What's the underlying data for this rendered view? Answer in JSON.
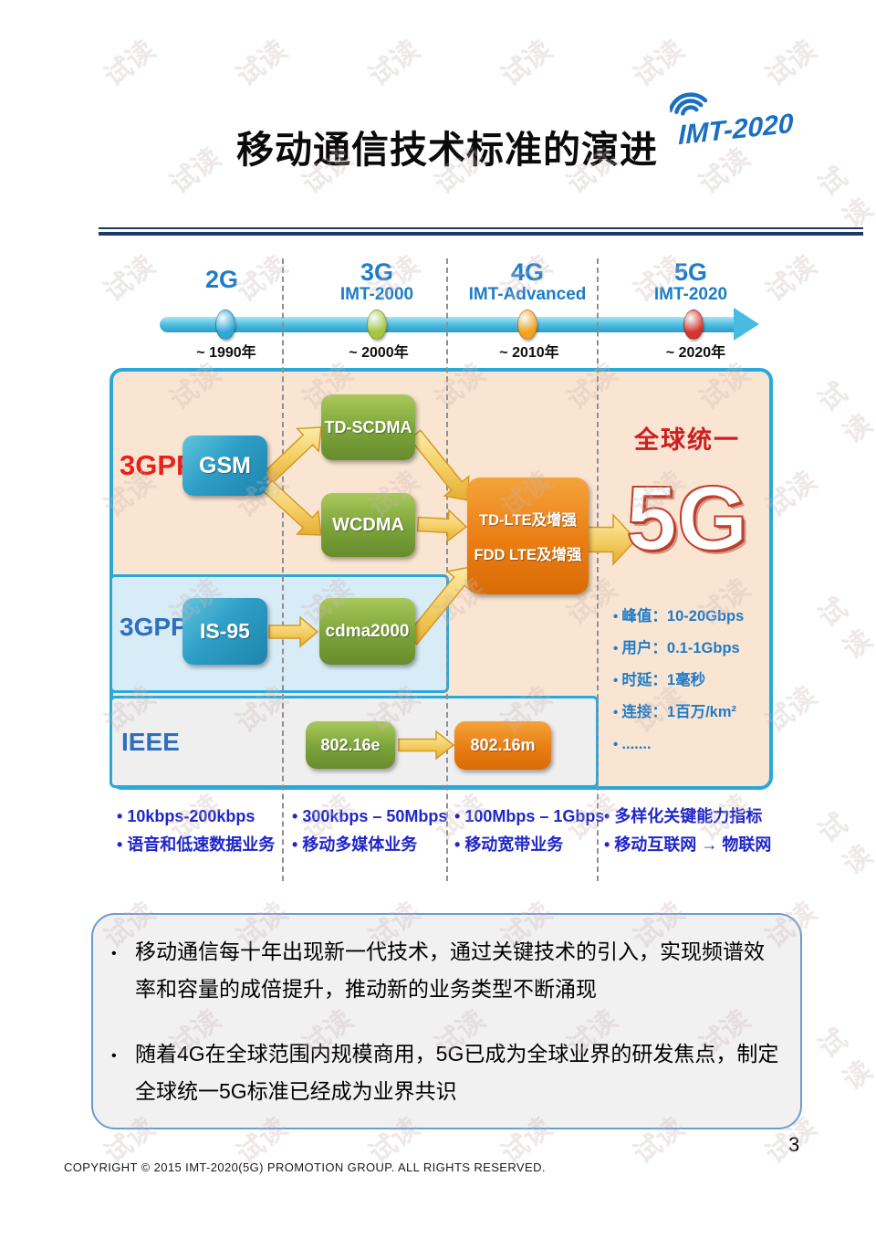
{
  "watermark": {
    "text": "试读"
  },
  "header": {
    "title": "移动通信技术标准的演进",
    "logo_text": "IMT-2020"
  },
  "timeline": {
    "columns": [
      {
        "gen": "2G",
        "standard": "",
        "year": "~ 1990年",
        "marker_color": "#2fa8d8"
      },
      {
        "gen": "3G",
        "standard": "IMT-2000",
        "year": "~ 2000年",
        "marker_color": "#a6c63c"
      },
      {
        "gen": "4G",
        "standard": "IMT-Advanced",
        "year": "~ 2010年",
        "marker_color": "#f5a11c"
      },
      {
        "gen": "5G",
        "standard": "IMT-2020",
        "year": "~ 2020年",
        "marker_color": "#d8352a"
      }
    ]
  },
  "diagram": {
    "groups": [
      {
        "label": "3GPP",
        "color": "#e8211a"
      },
      {
        "label": "3GPP2",
        "color": "#2e6fbe"
      },
      {
        "label": "IEEE",
        "color": "#2e6fbe"
      }
    ],
    "nodes": {
      "gsm": "GSM",
      "tdscdma": "TD-SCDMA",
      "wcdma": "WCDMA",
      "is95": "IS-95",
      "cdma2000": "cdma2000",
      "ieee_e": "802.16e",
      "ieee_m": "802.16m",
      "lte_line1": "TD-LTE及增强",
      "lte_line2": "FDD LTE及增强"
    },
    "five_g": {
      "heading": "全球统一",
      "big_text": "5G",
      "specs": [
        "峰值：10-20Gbps",
        "用户：0.1-1Gbps",
        "时延：1毫秒",
        "连接：1百万/km²",
        "......."
      ]
    }
  },
  "stats": [
    {
      "line1": "10kbps-200kbps",
      "line2": "语音和低速数据业务"
    },
    {
      "line1": "300kbps – 50Mbps",
      "line2": "移动多媒体业务"
    },
    {
      "line1": "100Mbps – 1Gbps",
      "line2": "移动宽带业务"
    },
    {
      "line1": "多样化关键能力指标",
      "line2": "移动互联网 → 物联网"
    }
  ],
  "notes": [
    "移动通信每十年出现新一代技术，通过关键技术的引入，实现频谱效率和容量的成倍提升，推动新的业务类型不断涌现",
    "随着4G在全球范围内规模商用，5G已成为全球业界的研发焦点，制定全球统一5G标准已经成为业界共识"
  ],
  "footer": {
    "copyright": "COPYRIGHT © 2015 IMT-2020(5G) PROMOTION  GROUP.  ALL RIGHTS RESERVED.",
    "page_number": "3"
  },
  "colors": {
    "diagram_border": "#29a8dc",
    "diagram_bg": "#fae5d2",
    "band_3gpp2_bg": "#d8ecf7",
    "band_ieee_bg": "#efefef",
    "node_blue": "#2d9ec6",
    "node_green": "#7ba33a",
    "node_orange": "#ea7d12",
    "arrow_yellow": "#f2c04c",
    "header_blue": "#1e7cc8",
    "stats_blue": "#2026c8",
    "red_accent": "#cc1f1f",
    "title_rule_navy": "#1f3864"
  }
}
